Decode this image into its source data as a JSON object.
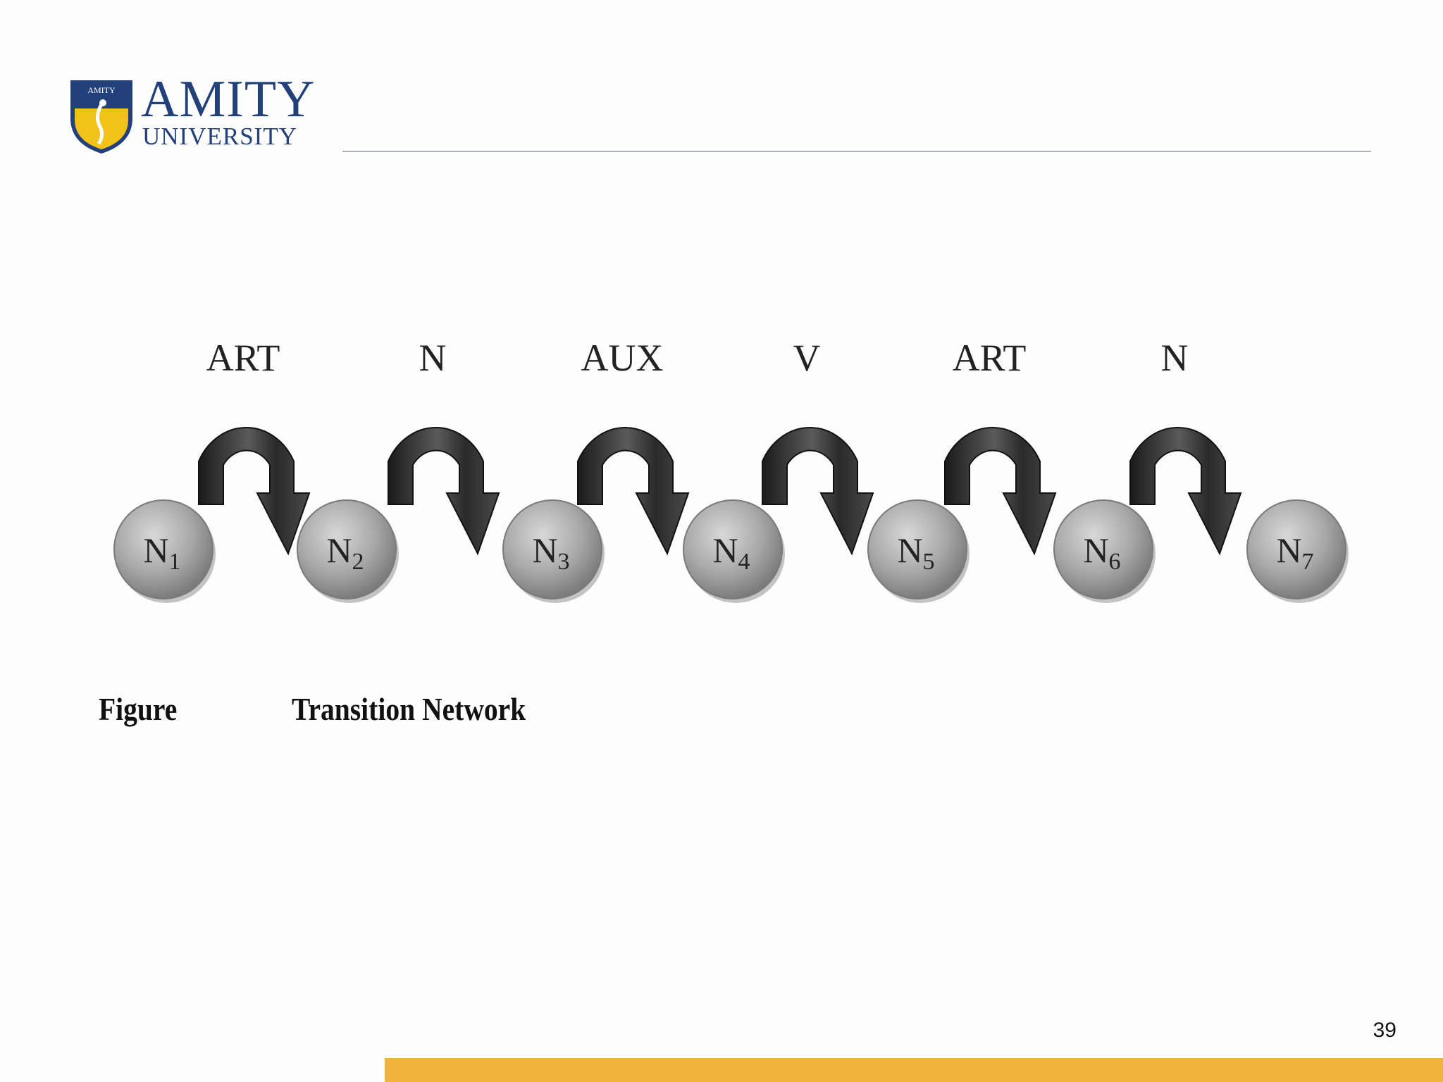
{
  "header": {
    "logo_shield_text": "AMITY",
    "logo_word": "AMITY",
    "logo_sub": "UNIVERSITY"
  },
  "diagram": {
    "nodes": [
      {
        "base": "N",
        "sub": "1"
      },
      {
        "base": "N",
        "sub": "2"
      },
      {
        "base": "N",
        "sub": "3"
      },
      {
        "base": "N",
        "sub": "4"
      },
      {
        "base": "N",
        "sub": "5"
      },
      {
        "base": "N",
        "sub": "6"
      },
      {
        "base": "N",
        "sub": "7"
      }
    ],
    "arcs": [
      "ART",
      "N",
      "AUX",
      "V",
      "ART",
      "N"
    ]
  },
  "caption": {
    "label": "Figure",
    "title": "Transition Network"
  },
  "footer": {
    "page_number": "39"
  },
  "colors": {
    "brand_blue": "#22407a",
    "accent_gold": "#f0b43c",
    "shield_yellow": "#f2c21b"
  }
}
